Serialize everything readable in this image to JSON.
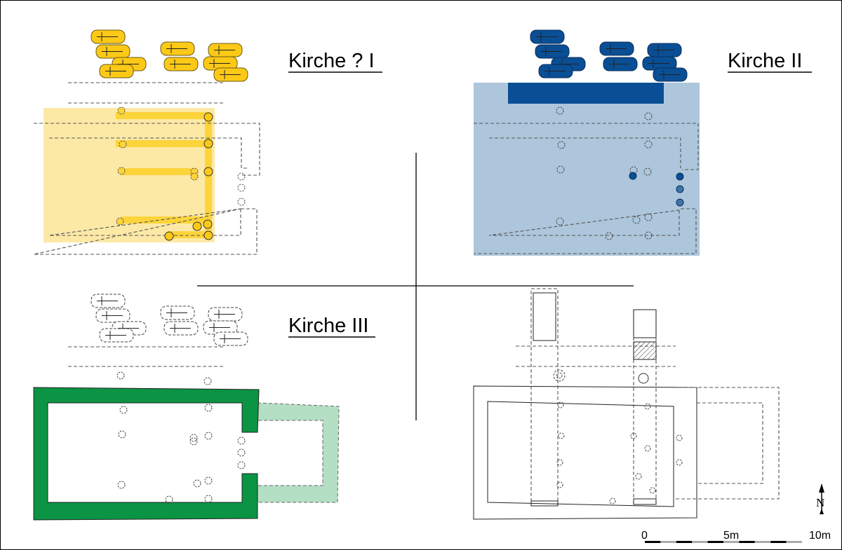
{
  "plans": {
    "kirche1": {
      "title": "Kirche ? I",
      "color": "#fcc917",
      "fill": "#fde9a6",
      "bar": "#fdd43a"
    },
    "kirche2": {
      "title": "Kirche II",
      "color": "#0a4f95",
      "fill": "#adc6dc",
      "mid": "#3f74ab"
    },
    "kirche3": {
      "title": "Kirche III",
      "color": "#0b9444",
      "annex_fill": "#b5dfc4"
    },
    "kirche4": {
      "title": ""
    }
  },
  "scale_bar": {
    "labels": [
      "0",
      "5m",
      "10m"
    ]
  },
  "north_arrow": {
    "label": "N"
  }
}
